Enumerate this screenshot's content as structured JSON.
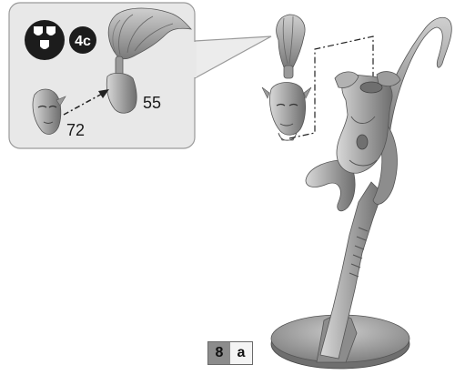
{
  "callout": {
    "badge": "4c",
    "part_hair": "55",
    "part_face": "72"
  },
  "step": {
    "number": "8",
    "letter": "a"
  },
  "icons": {
    "subassembly": "three-shields-icon",
    "badge": "numbered-circle-icon"
  },
  "colors": {
    "panel_bg": "#e8e8e8",
    "panel_border": "#9a9a9a",
    "model": "#a9a9a9",
    "step_dark": "#8c8c8c"
  }
}
